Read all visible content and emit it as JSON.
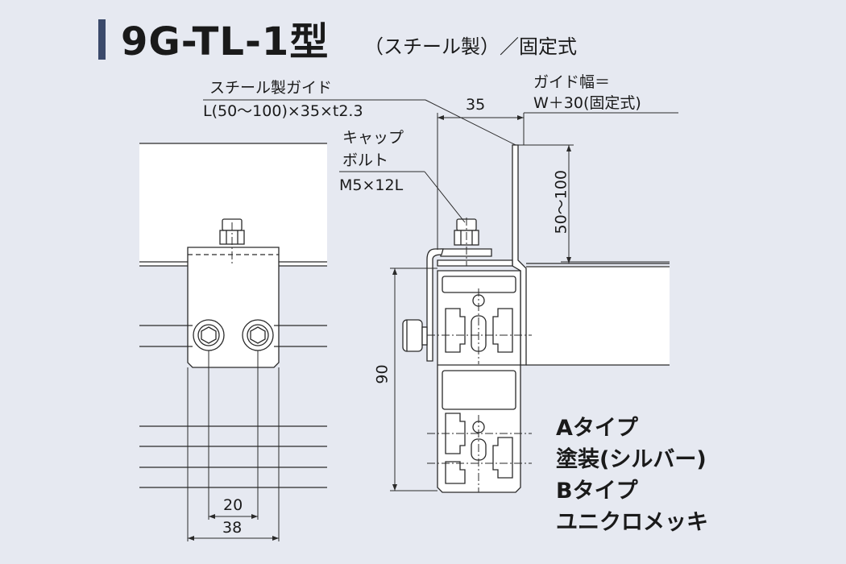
{
  "header": {
    "title": "9G-TL-1型",
    "subtitle": "（スチール製）／固定式"
  },
  "labels": {
    "guide_name": "スチール製ガイド",
    "guide_spec": "L(50〜100)×35×t2.3",
    "cap_line1": "キャップ",
    "cap_line2": "ボルト",
    "cap_spec": "M5×12L",
    "width_line1": "ガイド幅＝",
    "width_line2": "W＋30(固定式)",
    "dim_35": "35",
    "dim_50_100": "50〜100",
    "dim_90": "90",
    "dim_20": "20",
    "dim_38": "38"
  },
  "types": {
    "a_type": "Aタイプ",
    "a_finish": "塗装(シルバー)",
    "b_type": "Bタイプ",
    "b_finish": "ユニクロメッキ"
  },
  "colors": {
    "background": "#e6e9f1",
    "accent_bar": "#3b4a6b",
    "line": "#2a2a2a"
  }
}
